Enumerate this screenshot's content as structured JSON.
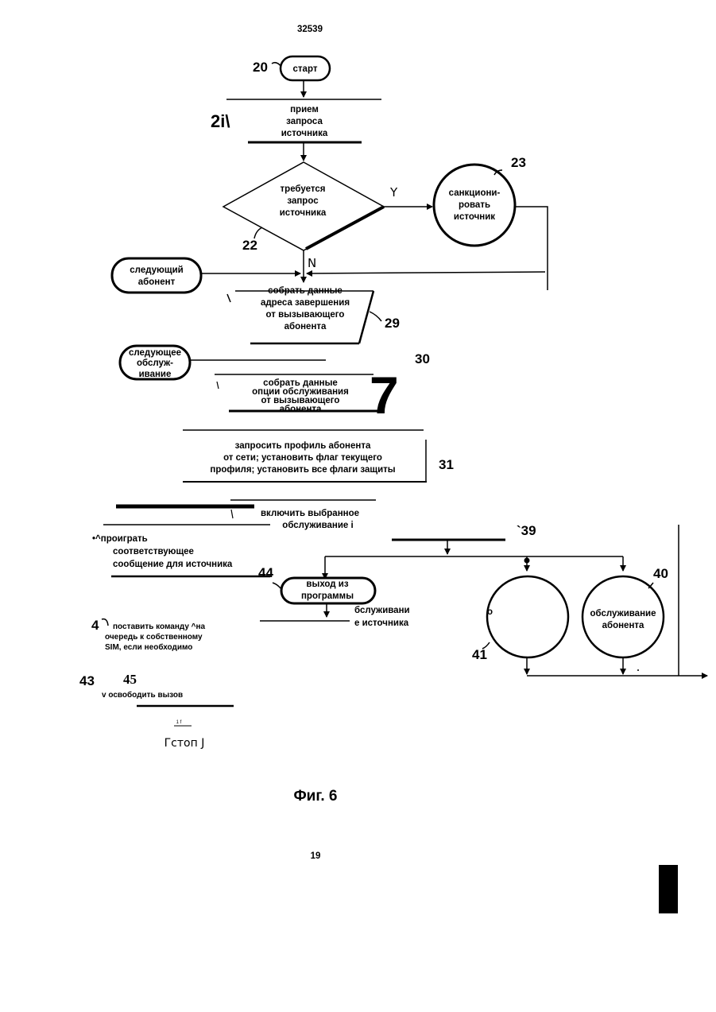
{
  "header": {
    "patent_number": "32539"
  },
  "footer": {
    "page_number": "19",
    "figure_caption": "Фиг. 6"
  },
  "labels": {
    "n20": "20",
    "n21": "2i\\",
    "n22": "22",
    "n23": "23",
    "n29": "29",
    "n30": "30",
    "n31": "31",
    "n39": "`39",
    "n40": "40",
    "n41": "41",
    "n42": "4",
    "n43": "43",
    "n44": "44",
    "n45": "45",
    "n7": "7",
    "yes": "Y",
    "no": "N"
  },
  "nodes": {
    "start": "старт",
    "receive_request": [
      "прием",
      "запроса",
      "источника"
    ],
    "requires_request": [
      "требуется",
      "запрос",
      "источника"
    ],
    "authorize_source": [
      "санкциони-",
      "ровать",
      "источник"
    ],
    "next_subscriber": [
      "следующий",
      "абонент"
    ],
    "collect_address": [
      "собрать данные",
      "адреса завершения",
      "от вызывающего",
      "абонента"
    ],
    "next_service": [
      "следующее",
      "обслуж-",
      "ивание"
    ],
    "collect_option": [
      "собрать данные",
      "опции обслуживания",
      "от вызывающего",
      "абонента"
    ],
    "request_profile": [
      "запросить профиль абонента",
      "от сети; установить флаг текущего",
      "профиля; установить все флаги защиты"
    ],
    "enable_service": [
      "включить выбранное",
      "обслуживание    i"
    ],
    "play_message": [
      "•^проиграть",
      "соответствующее",
      "сообщение для источника"
    ],
    "exit_program": [
      "выход из",
      "программы"
    ],
    "source_service": [
      "бслуживани",
      "е источника"
    ],
    "queue_command": [
      "поставить команду ^на",
      "очередь к собственному",
      "SIM, если необходимо"
    ],
    "release_call": "v освободить вызов",
    "small_mark": "1 f",
    "stop": "Гстоп J",
    "circle41_text": "о",
    "subscriber_service": [
      "обслуживание",
      "абонента"
    ]
  }
}
